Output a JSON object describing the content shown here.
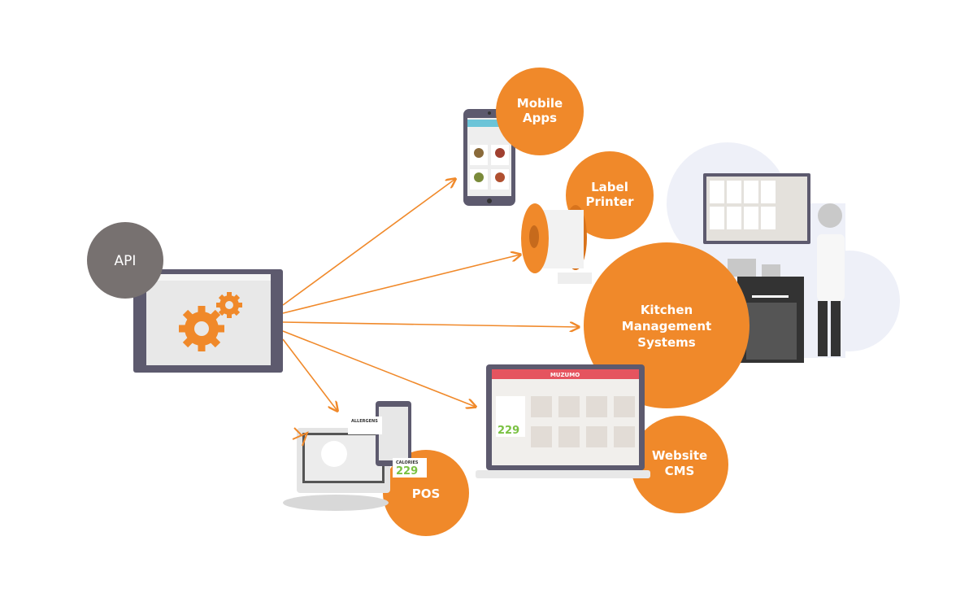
{
  "hub": {
    "label": "API"
  },
  "nodes": [
    {
      "id": "mobile",
      "label_lines": [
        "Mobile",
        "Apps"
      ]
    },
    {
      "id": "printer",
      "label_lines": [
        "Label",
        "Printer"
      ]
    },
    {
      "id": "kitchen",
      "label_lines": [
        "Kitchen",
        "Management",
        "Systems"
      ]
    },
    {
      "id": "website",
      "label_lines": [
        "Website",
        "CMS"
      ]
    },
    {
      "id": "pos",
      "label_lines": [
        "POS"
      ]
    }
  ],
  "website_mock": {
    "brand": "MUZUMO",
    "calories": "229"
  },
  "pos_mock": {
    "allergens_label": "ALLERGENS",
    "calories_label": "CALORIES",
    "calories": "229"
  },
  "colors": {
    "orange": "#f0892a",
    "hub": "#777170",
    "frame": "#5d5a6e",
    "screen": "#e8e8e8",
    "blob": "#eef0f8"
  }
}
